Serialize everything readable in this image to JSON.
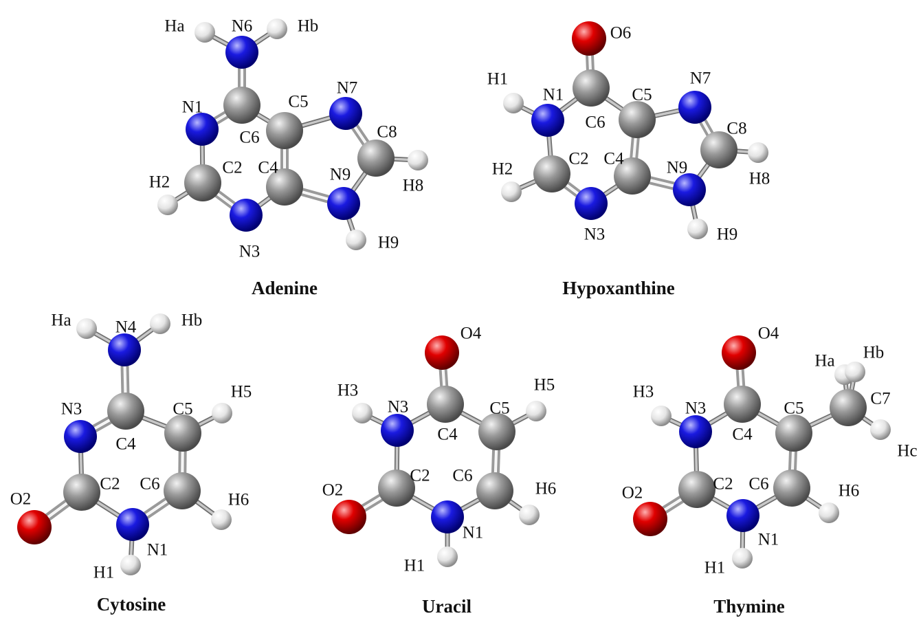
{
  "colors": {
    "carbon": "#8a8a8a",
    "nitrogen": "#1414d2",
    "oxygen": "#d20000",
    "hydrogen": "#e6e6e6",
    "bond": "#9a9a9a",
    "text": "#111111"
  },
  "molecules": [
    {
      "title": "Adenine",
      "atoms": [
        {
          "id": "N6",
          "label": "N6",
          "element": "N"
        },
        {
          "id": "Ha",
          "label": "Ha",
          "element": "H"
        },
        {
          "id": "Hb",
          "label": "Hb",
          "element": "H"
        },
        {
          "id": "C6",
          "label": "C6",
          "element": "C"
        },
        {
          "id": "N1",
          "label": "N1",
          "element": "N"
        },
        {
          "id": "C2",
          "label": "C2",
          "element": "C"
        },
        {
          "id": "H2",
          "label": "H2",
          "element": "H"
        },
        {
          "id": "N3",
          "label": "N3",
          "element": "N"
        },
        {
          "id": "C4",
          "label": "C4",
          "element": "C"
        },
        {
          "id": "C5",
          "label": "C5",
          "element": "C"
        },
        {
          "id": "N7",
          "label": "N7",
          "element": "N"
        },
        {
          "id": "C8",
          "label": "C8",
          "element": "C"
        },
        {
          "id": "H8",
          "label": "H8",
          "element": "H"
        },
        {
          "id": "N9",
          "label": "N9",
          "element": "N"
        },
        {
          "id": "H9",
          "label": "H9",
          "element": "H"
        }
      ]
    },
    {
      "title": "Hypoxanthine",
      "atoms": [
        {
          "id": "O6",
          "label": "O6",
          "element": "O"
        },
        {
          "id": "C6",
          "label": "C6",
          "element": "C"
        },
        {
          "id": "N1",
          "label": "N1",
          "element": "N"
        },
        {
          "id": "H1",
          "label": "H1",
          "element": "H"
        },
        {
          "id": "C2",
          "label": "C2",
          "element": "C"
        },
        {
          "id": "H2",
          "label": "H2",
          "element": "H"
        },
        {
          "id": "N3",
          "label": "N3",
          "element": "N"
        },
        {
          "id": "C4",
          "label": "C4",
          "element": "C"
        },
        {
          "id": "C5",
          "label": "C5",
          "element": "C"
        },
        {
          "id": "N7",
          "label": "N7",
          "element": "N"
        },
        {
          "id": "C8",
          "label": "C8",
          "element": "C"
        },
        {
          "id": "H8",
          "label": "H8",
          "element": "H"
        },
        {
          "id": "N9",
          "label": "N9",
          "element": "N"
        },
        {
          "id": "H9",
          "label": "H9",
          "element": "H"
        }
      ]
    },
    {
      "title": "Cytosine",
      "atoms": [
        {
          "id": "N4",
          "label": "N4",
          "element": "N"
        },
        {
          "id": "Ha",
          "label": "Ha",
          "element": "H"
        },
        {
          "id": "Hb",
          "label": "Hb",
          "element": "H"
        },
        {
          "id": "C4",
          "label": "C4",
          "element": "C"
        },
        {
          "id": "N3",
          "label": "N3",
          "element": "N"
        },
        {
          "id": "C5",
          "label": "C5",
          "element": "C"
        },
        {
          "id": "H5",
          "label": "H5",
          "element": "H"
        },
        {
          "id": "C6",
          "label": "C6",
          "element": "C"
        },
        {
          "id": "H6",
          "label": "H6",
          "element": "H"
        },
        {
          "id": "N1",
          "label": "N1",
          "element": "N"
        },
        {
          "id": "H1",
          "label": "H1",
          "element": "H"
        },
        {
          "id": "C2",
          "label": "C2",
          "element": "C"
        },
        {
          "id": "O2",
          "label": "O2",
          "element": "O"
        }
      ]
    },
    {
      "title": "Uracil",
      "atoms": [
        {
          "id": "O4",
          "label": "O4",
          "element": "O"
        },
        {
          "id": "C4",
          "label": "C4",
          "element": "C"
        },
        {
          "id": "N3",
          "label": "N3",
          "element": "N"
        },
        {
          "id": "H3",
          "label": "H3",
          "element": "H"
        },
        {
          "id": "C5",
          "label": "C5",
          "element": "C"
        },
        {
          "id": "H5",
          "label": "H5",
          "element": "H"
        },
        {
          "id": "C6",
          "label": "C6",
          "element": "C"
        },
        {
          "id": "H6",
          "label": "H6",
          "element": "H"
        },
        {
          "id": "N1",
          "label": "N1",
          "element": "N"
        },
        {
          "id": "H1",
          "label": "H1",
          "element": "H"
        },
        {
          "id": "C2",
          "label": "C2",
          "element": "C"
        },
        {
          "id": "O2",
          "label": "O2",
          "element": "O"
        }
      ]
    },
    {
      "title": "Thymine",
      "atoms": [
        {
          "id": "O4",
          "label": "O4",
          "element": "O"
        },
        {
          "id": "C4",
          "label": "C4",
          "element": "C"
        },
        {
          "id": "N3",
          "label": "N3",
          "element": "N"
        },
        {
          "id": "H3",
          "label": "H3",
          "element": "H"
        },
        {
          "id": "C5",
          "label": "C5",
          "element": "C"
        },
        {
          "id": "C7",
          "label": "C7",
          "element": "C"
        },
        {
          "id": "Ha",
          "label": "Ha",
          "element": "H"
        },
        {
          "id": "Hb",
          "label": "Hb",
          "element": "H"
        },
        {
          "id": "Hc",
          "label": "Hc",
          "element": "H"
        },
        {
          "id": "C6",
          "label": "C6",
          "element": "C"
        },
        {
          "id": "H6",
          "label": "H6",
          "element": "H"
        },
        {
          "id": "N1",
          "label": "N1",
          "element": "N"
        },
        {
          "id": "H1",
          "label": "H1",
          "element": "H"
        },
        {
          "id": "C2",
          "label": "C2",
          "element": "C"
        },
        {
          "id": "O2",
          "label": "O2",
          "element": "O"
        }
      ]
    }
  ]
}
